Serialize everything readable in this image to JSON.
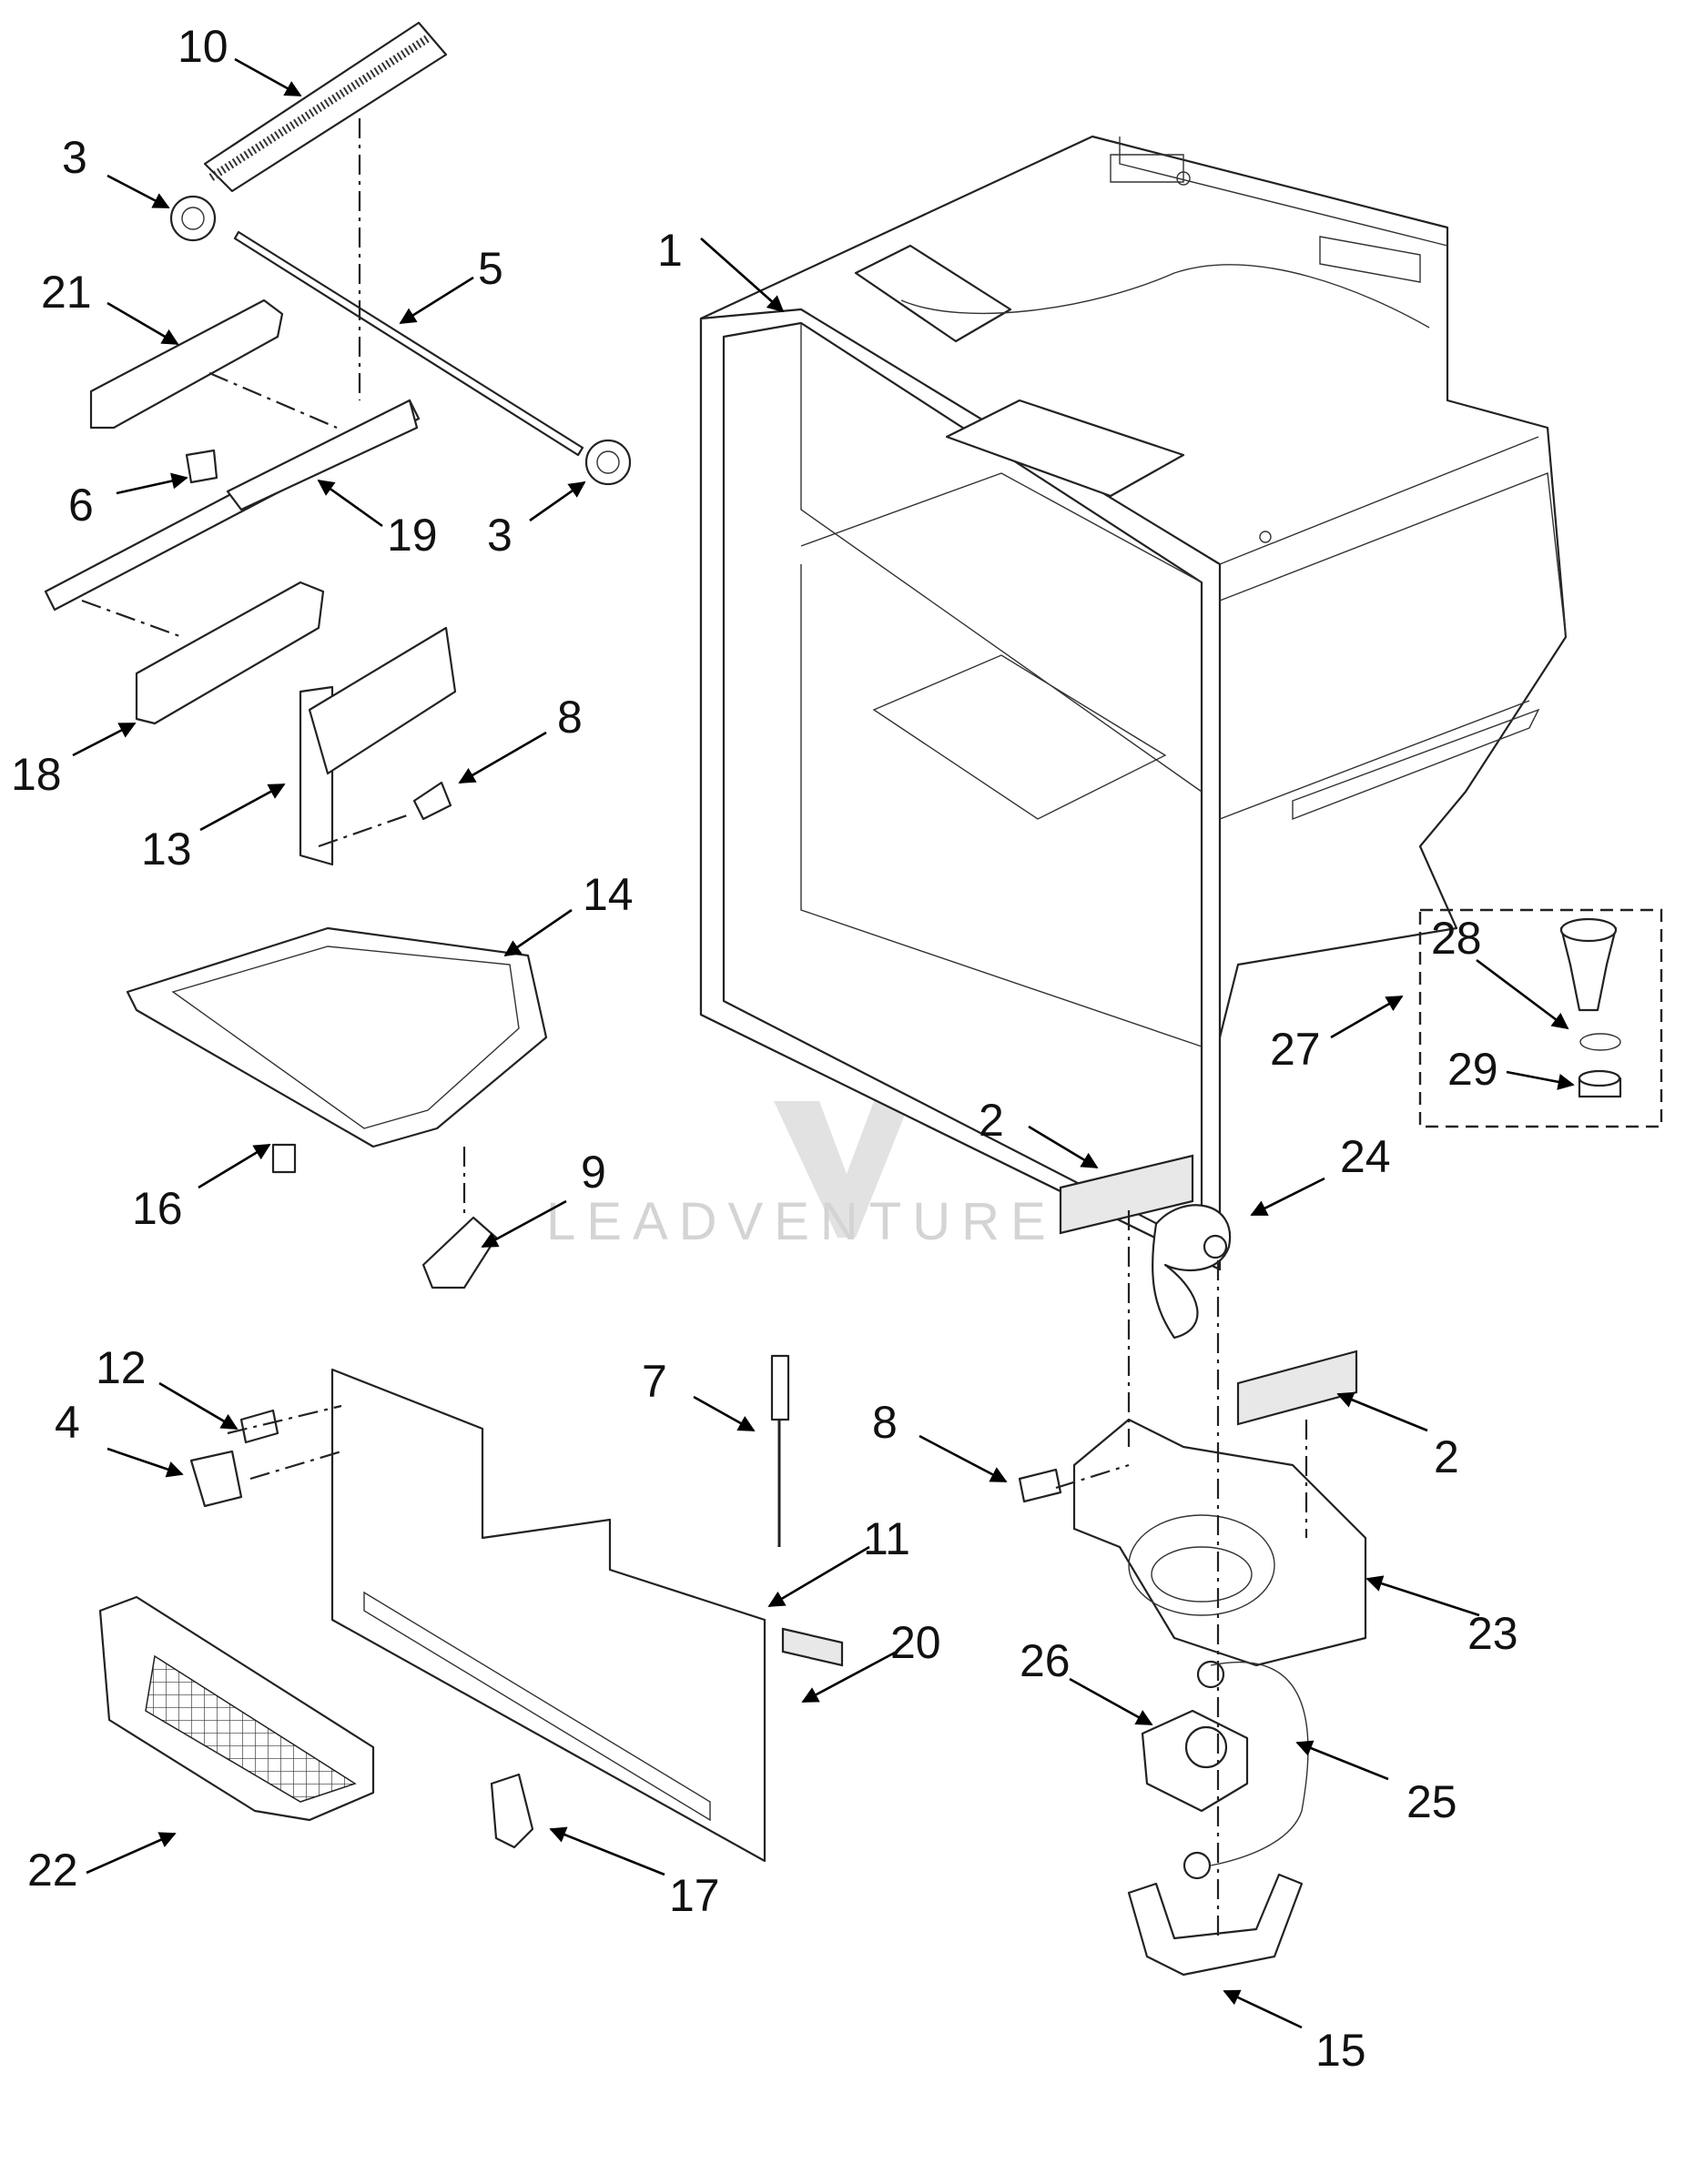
{
  "watermark": {
    "text": "LEADVENTURE"
  },
  "callouts": [
    {
      "id": "c10",
      "label": "10"
    },
    {
      "id": "c3a",
      "label": "3"
    },
    {
      "id": "c1",
      "label": "1"
    },
    {
      "id": "c5",
      "label": "5"
    },
    {
      "id": "c21",
      "label": "21"
    },
    {
      "id": "c6",
      "label": "6"
    },
    {
      "id": "c19",
      "label": "19"
    },
    {
      "id": "c3b",
      "label": "3"
    },
    {
      "id": "c8a",
      "label": "8"
    },
    {
      "id": "c18",
      "label": "18"
    },
    {
      "id": "c13",
      "label": "13"
    },
    {
      "id": "c14",
      "label": "14"
    },
    {
      "id": "c28",
      "label": "28"
    },
    {
      "id": "c29",
      "label": "29"
    },
    {
      "id": "c27",
      "label": "27"
    },
    {
      "id": "c2a",
      "label": "2"
    },
    {
      "id": "c24",
      "label": "24"
    },
    {
      "id": "c9",
      "label": "9"
    },
    {
      "id": "c16",
      "label": "16"
    },
    {
      "id": "c12",
      "label": "12"
    },
    {
      "id": "c4",
      "label": "4"
    },
    {
      "id": "c7",
      "label": "7"
    },
    {
      "id": "c8b",
      "label": "8"
    },
    {
      "id": "c2b",
      "label": "2"
    },
    {
      "id": "c11",
      "label": "11"
    },
    {
      "id": "c20",
      "label": "20"
    },
    {
      "id": "c23",
      "label": "23"
    },
    {
      "id": "c26",
      "label": "26"
    },
    {
      "id": "c25",
      "label": "25"
    },
    {
      "id": "c22",
      "label": "22"
    },
    {
      "id": "c17",
      "label": "17"
    },
    {
      "id": "c15",
      "label": "15"
    }
  ]
}
